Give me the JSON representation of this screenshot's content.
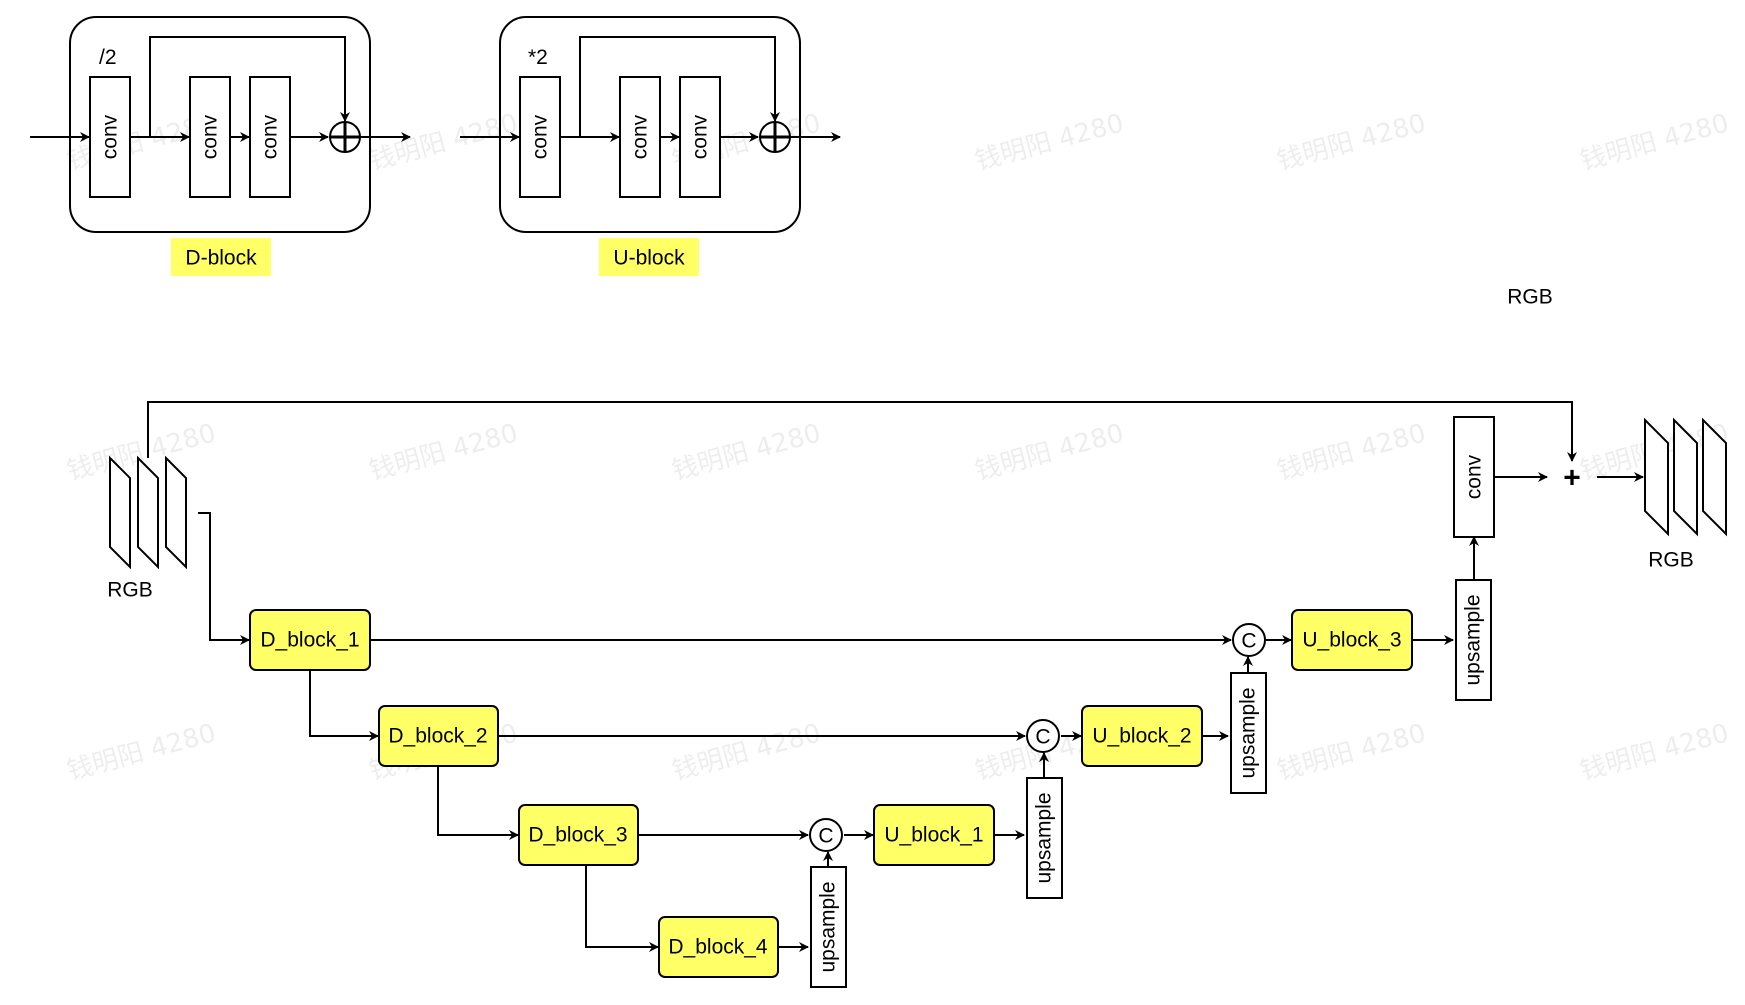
{
  "watermark": "钱明阳 4280",
  "legend": {
    "d_block": {
      "title": "D-block",
      "scale_note": "/2",
      "conv_labels": [
        "conv",
        "conv",
        "conv"
      ]
    },
    "u_block": {
      "title": "U-block",
      "scale_note": "*2",
      "conv_labels": [
        "conv",
        "conv",
        "conv"
      ]
    }
  },
  "floating_label": "RGB",
  "network": {
    "input_label": "RGB",
    "output_label": "RGB",
    "encoder": [
      "D_block_1",
      "D_block_2",
      "D_block_3",
      "D_block_4"
    ],
    "decoder": [
      "U_block_1",
      "U_block_2",
      "U_block_3"
    ],
    "upsample_label": "upsample",
    "concat_symbol": "C",
    "final_conv_label": "conv",
    "sum_symbol": "+"
  },
  "colors": {
    "block_fill": "#ffff66",
    "line": "#000000",
    "background": "#ffffff"
  }
}
